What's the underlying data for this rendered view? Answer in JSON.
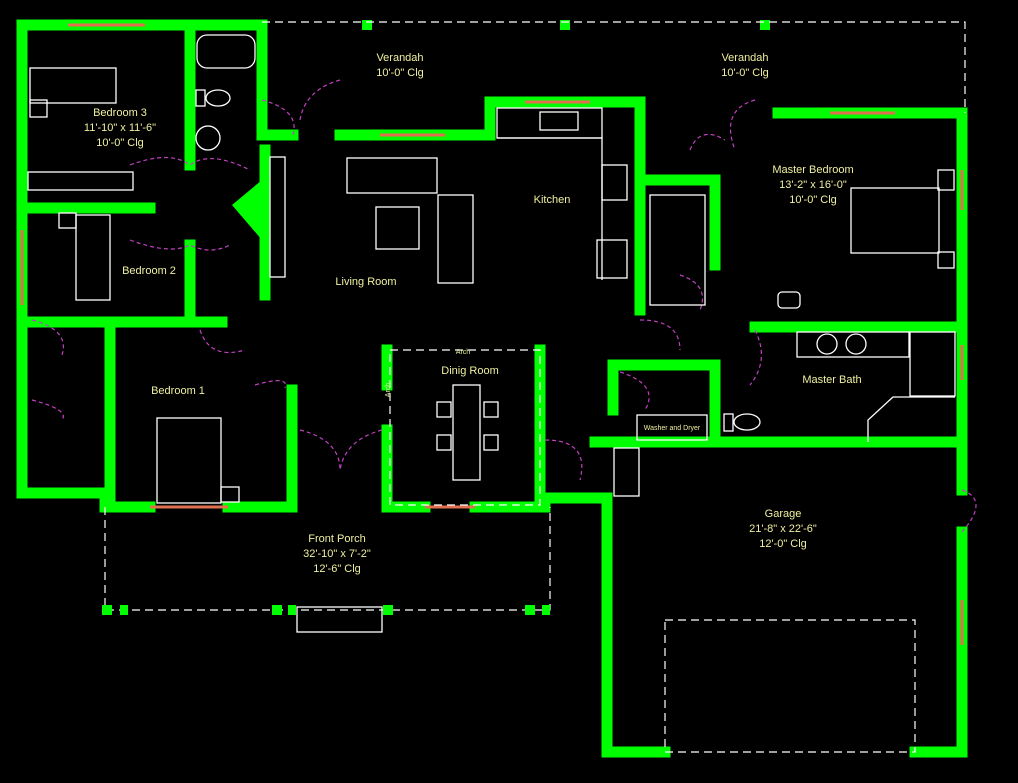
{
  "plan": {
    "colors": {
      "background": "#000000",
      "walls": "#00ff00",
      "windows": "#e07050",
      "doors": "#c040c0",
      "fixtures": "#ffffff",
      "labels": "#f0f0a0"
    },
    "rooms": [
      {
        "id": "verandah-left",
        "lines": [
          "Verandah",
          "10'-0\" Clg"
        ]
      },
      {
        "id": "verandah-right",
        "lines": [
          "Verandah",
          "10'-0\" Clg"
        ]
      },
      {
        "id": "bedroom-3",
        "lines": [
          "Bedroom 3",
          "11'-10\" x 11'-6\"",
          "10'-0\" Clg"
        ]
      },
      {
        "id": "bedroom-2",
        "lines": [
          "Bedroom 2"
        ]
      },
      {
        "id": "living-room",
        "lines": [
          "Living Room"
        ]
      },
      {
        "id": "kitchen",
        "lines": [
          "Kitchen"
        ]
      },
      {
        "id": "master-bedroom",
        "lines": [
          "Master Bedroom",
          "13'-2\" x 16'-0\"",
          "10'-0\" Clg"
        ]
      },
      {
        "id": "master-bath",
        "lines": [
          "Master Bath"
        ]
      },
      {
        "id": "bedroom-1",
        "lines": [
          "Bedroom 1"
        ]
      },
      {
        "id": "dining-room",
        "lines": [
          "Dinig Room"
        ]
      },
      {
        "id": "laundry",
        "lines": [
          "Washer and Dryer"
        ]
      },
      {
        "id": "front-porch",
        "lines": [
          "Front Porch",
          "32'-10\" x 7'-2\"",
          "12'-6\" Clg"
        ]
      },
      {
        "id": "garage",
        "lines": [
          "Garage",
          "21'-8\" x 22'-6\"",
          "12'-0\" Clg"
        ]
      }
    ],
    "annotations": {
      "arch_top": "Arch",
      "arch_left": "Arch"
    }
  }
}
